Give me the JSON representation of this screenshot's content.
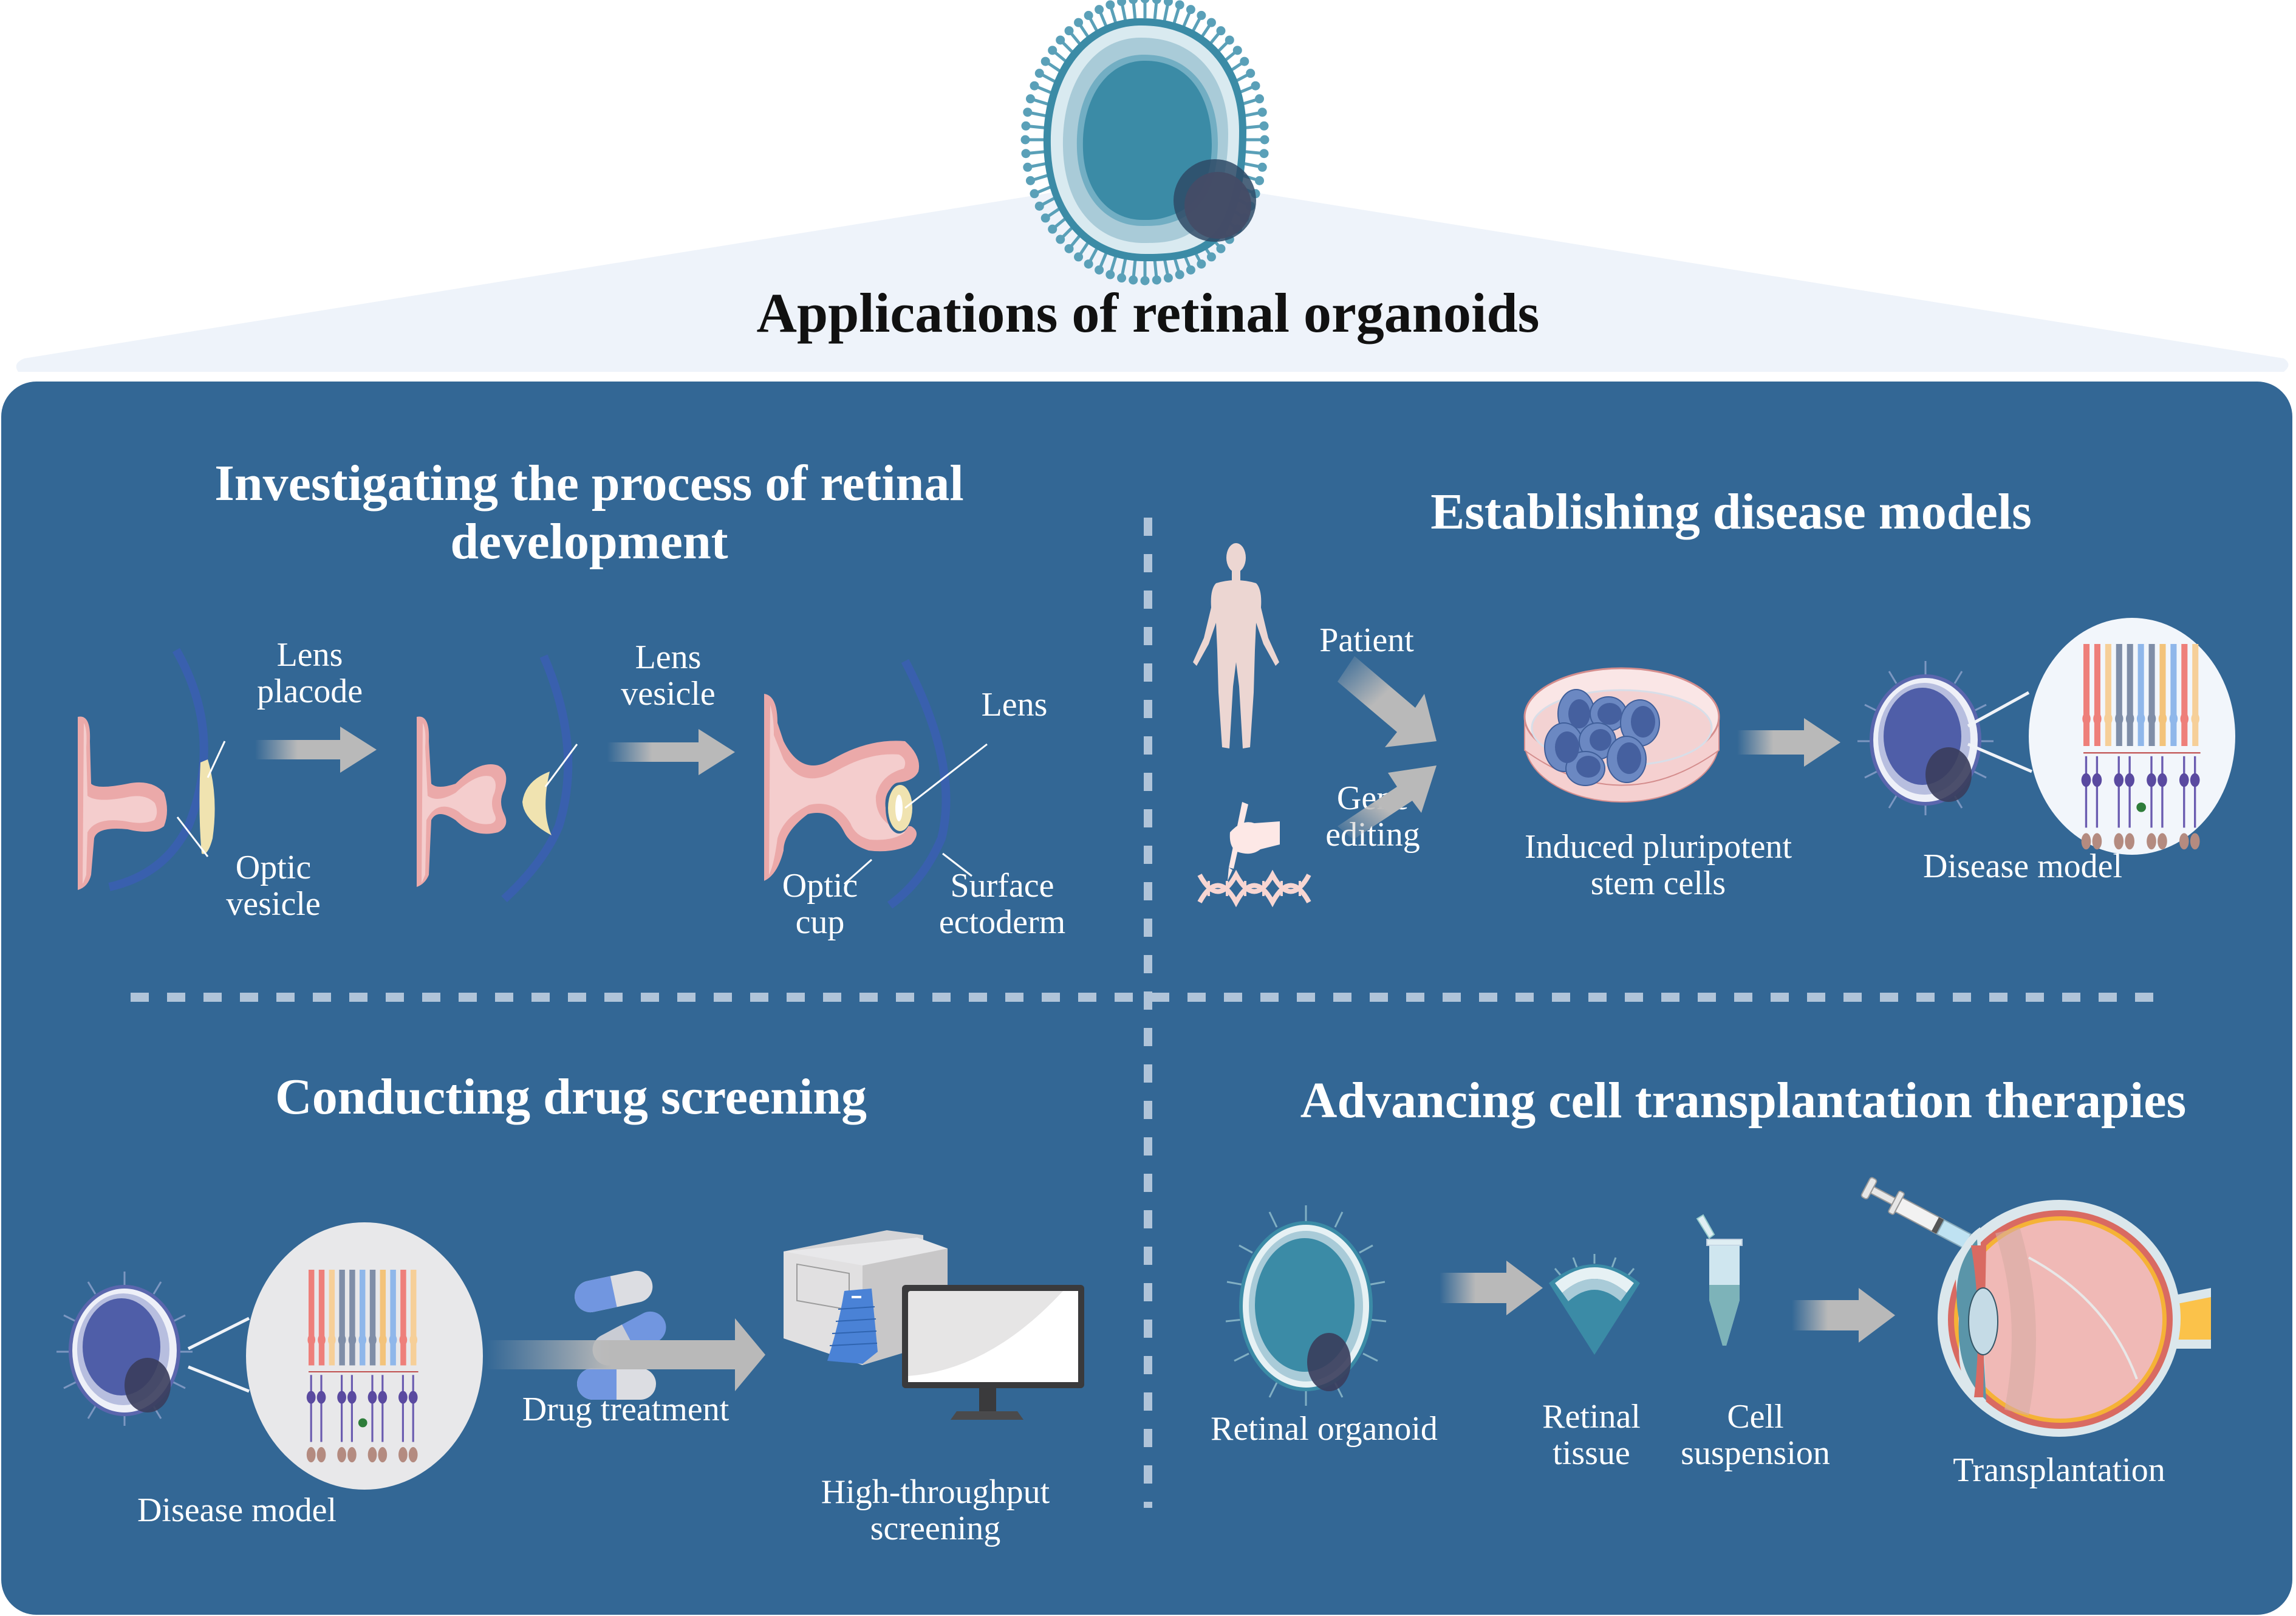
{
  "title": "Applications of retinal organoids",
  "colors": {
    "panel": "#336795",
    "roof": "#eef3fa",
    "divider": "#b0c4d9",
    "organoid_teal": "#3b8ba6",
    "disease_model_blue": "#4f5ea8",
    "tissue_pink": "#f2c9c9",
    "lens_yellow": "#f0e3b0",
    "arrow_gray": "#b9b9b9"
  },
  "sections": {
    "development": {
      "title_line1": "Investigating the process of retinal",
      "title_line2": "development",
      "labels": {
        "lens_placode": [
          "Lens",
          "placode"
        ],
        "optic_vesicle": [
          "Optic",
          "vesicle"
        ],
        "lens_vesicle": [
          "Lens",
          "vesicle"
        ],
        "lens": "Lens",
        "optic_cup": [
          "Optic",
          "cup"
        ],
        "surface_ectoderm": [
          "Surface",
          "ectoderm"
        ]
      }
    },
    "disease_models": {
      "title": "Establishing disease models",
      "labels": {
        "patient": "Patient",
        "gene_editing": [
          "Gene",
          "editing"
        ],
        "ipsc": [
          "Induced pluripotent",
          "stem cells"
        ],
        "disease_model": "Disease model"
      }
    },
    "drug_screening": {
      "title": "Conducting drug screening",
      "labels": {
        "disease_model": "Disease model",
        "drug_treatment": "Drug treatment",
        "hts": [
          "High-throughput",
          "screening"
        ]
      }
    },
    "transplantation": {
      "title": "Advancing cell transplantation therapies",
      "labels": {
        "retinal_organoid": "Retinal organoid",
        "retinal_tissue": [
          "Retinal",
          "tissue"
        ],
        "cell_suspension": [
          "Cell",
          "suspension"
        ],
        "transplantation": "Transplantation"
      }
    }
  }
}
